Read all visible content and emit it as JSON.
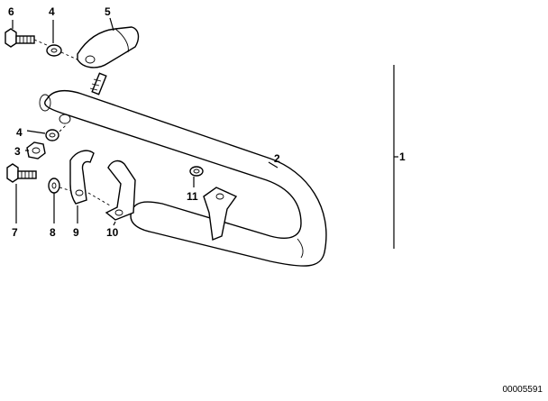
{
  "labels": [
    {
      "id": "label-6",
      "text": "6"
    },
    {
      "id": "label-4-top",
      "text": "4"
    },
    {
      "id": "label-5",
      "text": "5"
    },
    {
      "id": "label-4-mid",
      "text": "4"
    },
    {
      "id": "label-3",
      "text": "3"
    },
    {
      "id": "label-2",
      "text": "2"
    },
    {
      "id": "label-11",
      "text": "11"
    },
    {
      "id": "label-7",
      "text": "7"
    },
    {
      "id": "label-8",
      "text": "8"
    },
    {
      "id": "label-9",
      "text": "9"
    },
    {
      "id": "label-10",
      "text": "10"
    },
    {
      "id": "label-1",
      "text": "1"
    }
  ],
  "diagram_code": "00005591"
}
